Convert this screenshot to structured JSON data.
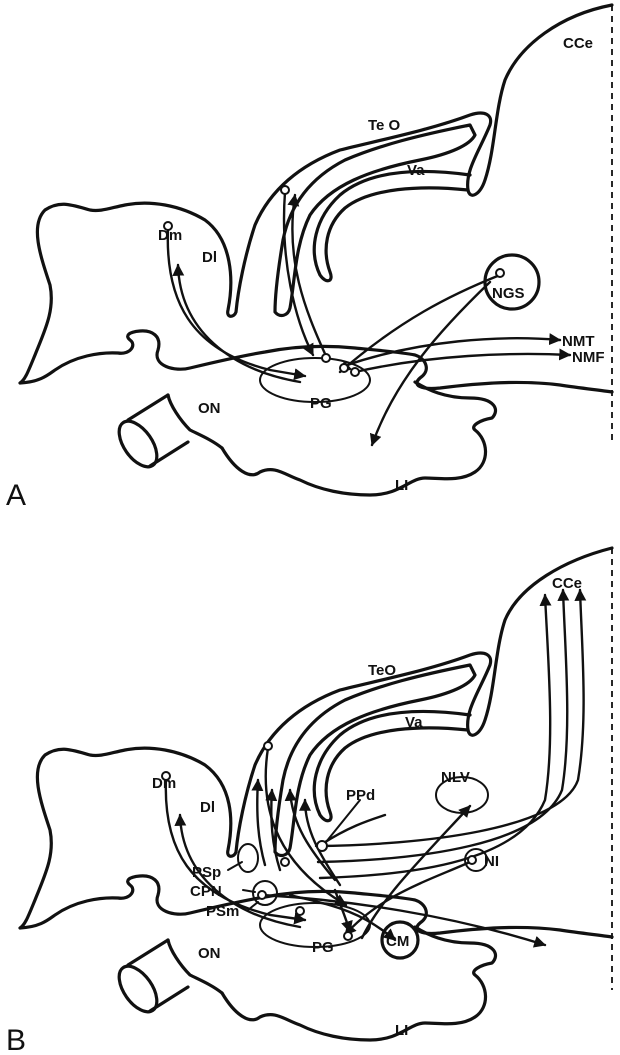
{
  "panel_a": {
    "letter": "A",
    "labels": {
      "cce": "CCe",
      "teo": "Te O",
      "va": "Va",
      "dm": "Dm",
      "dl": "Dl",
      "ngs": "NGS",
      "nmt": "NMT",
      "nmf": "NMF",
      "on": "ON",
      "pg": "PG",
      "li": "LI"
    }
  },
  "panel_b": {
    "letter": "B",
    "labels": {
      "cce": "CCe",
      "teo": "TeO",
      "va": "Va",
      "dm": "Dm",
      "dl": "Dl",
      "nlv": "NLV",
      "ppd": "PPd",
      "psp": "PSp",
      "cpn": "CPN",
      "psm": "PSm",
      "ni": "NI",
      "on": "ON",
      "pg": "PG",
      "cm": "CM",
      "li": "LI"
    }
  }
}
